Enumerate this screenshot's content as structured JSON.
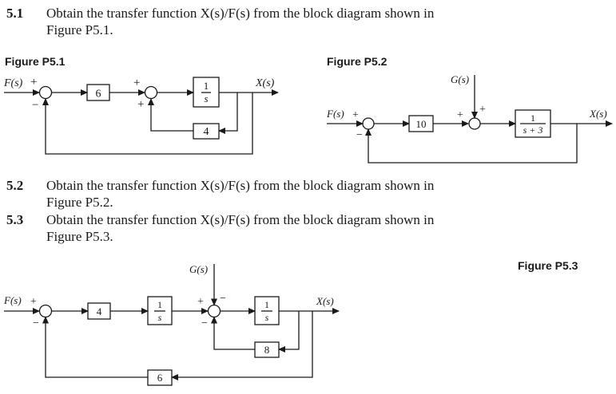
{
  "problems": [
    {
      "number": "5.1",
      "line1": "Obtain the transfer function X(s)/F(s) from the block diagram shown in",
      "line2": "Figure P5.1."
    },
    {
      "number": "5.2",
      "line1": "Obtain the transfer function X(s)/F(s) from the block diagram shown in",
      "line2": "Figure P5.2."
    },
    {
      "number": "5.3",
      "line1": "Obtain the transfer function X(s)/F(s) from the block diagram shown in",
      "line2": "Figure P5.3."
    }
  ],
  "figures": {
    "p51": {
      "title": "Figure P5.1",
      "input": "F(s)",
      "output": "X(s)",
      "blocks": {
        "gain": "6",
        "integrator_num": "1",
        "integrator_den": "s",
        "feedback": "4"
      },
      "signs": {
        "s1_in": "+",
        "s1_fb": "−",
        "s2_in": "+",
        "s2_fb": "+"
      }
    },
    "p52": {
      "title": "Figure P5.2",
      "input": "F(s)",
      "disturbance": "G(s)",
      "output": "X(s)",
      "blocks": {
        "gain": "10",
        "plant_num": "1",
        "plant_den": "s + 3"
      },
      "signs": {
        "s1_in": "+",
        "s1_fb": "−",
        "s2_in": "+",
        "s2_dist": "+"
      }
    },
    "p53": {
      "title": "Figure P5.3",
      "input": "F(s)",
      "disturbance": "G(s)",
      "output": "X(s)",
      "blocks": {
        "gain": "4",
        "int1_num": "1",
        "int1_den": "s",
        "int2_num": "1",
        "int2_den": "s",
        "inner_fb": "8",
        "outer_fb": "6"
      },
      "signs": {
        "s1_in": "+",
        "s1_fb": "−",
        "s2_in": "+",
        "s2_dist": "−",
        "s2_fb": "−"
      }
    }
  }
}
